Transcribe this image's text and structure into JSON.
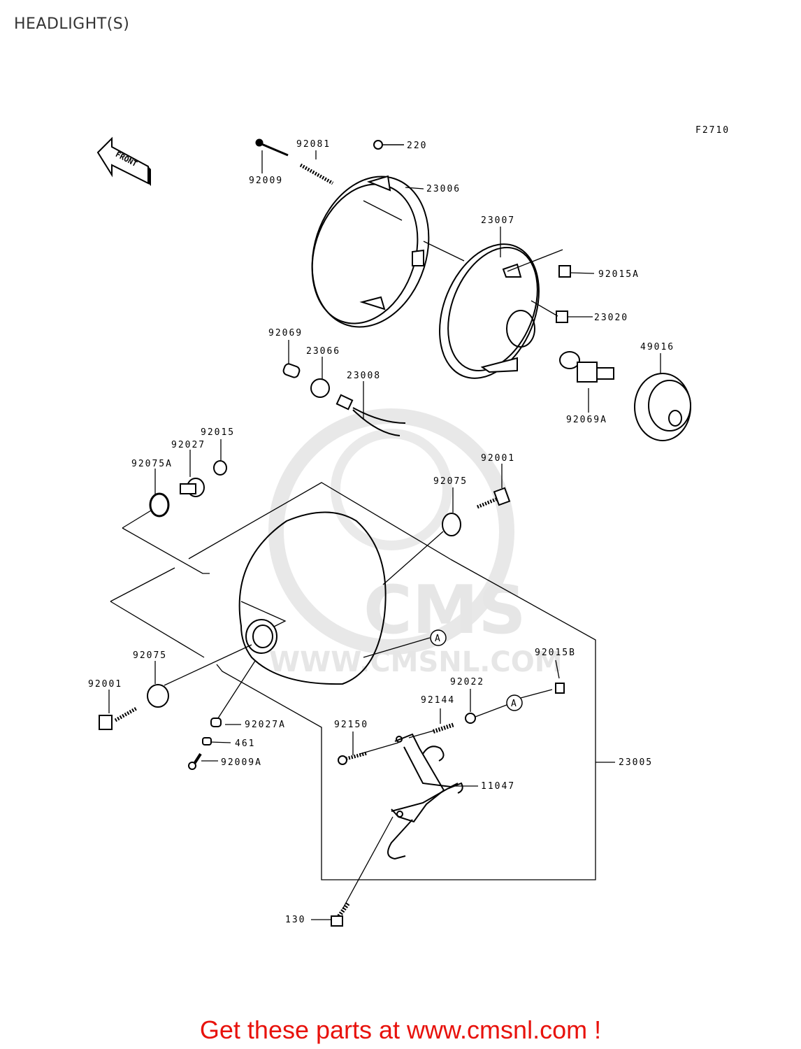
{
  "title": "HEADLIGHT(S)",
  "figure_code": "F2710",
  "front_marker": "FRONT",
  "watermark": {
    "brand": "CMS",
    "url": "WWW.CMSNL.COM"
  },
  "ref_marker": "A",
  "parts": {
    "p92009": "92009",
    "p92081": "92081",
    "p220": "220",
    "p23006": "23006",
    "p23007": "23007",
    "p92015A": "92015A",
    "p23020": "23020",
    "p92069": "92069",
    "p23066": "23066",
    "p23008": "23008",
    "p49016": "49016",
    "p92069A": "92069A",
    "p92015": "92015",
    "p92027": "92027",
    "p92075A": "92075A",
    "p92001_right": "92001",
    "p92075_right": "92075",
    "p92075_left": "92075",
    "p92015B": "92015B",
    "p92001_left": "92001",
    "p92022": "92022",
    "p92144": "92144",
    "p92150": "92150",
    "p92027A": "92027A",
    "p461": "461",
    "p92009A": "92009A",
    "p23005": "23005",
    "p11047": "11047",
    "p130": "130"
  },
  "footer": "Get these parts at www.cmsnl.com !"
}
